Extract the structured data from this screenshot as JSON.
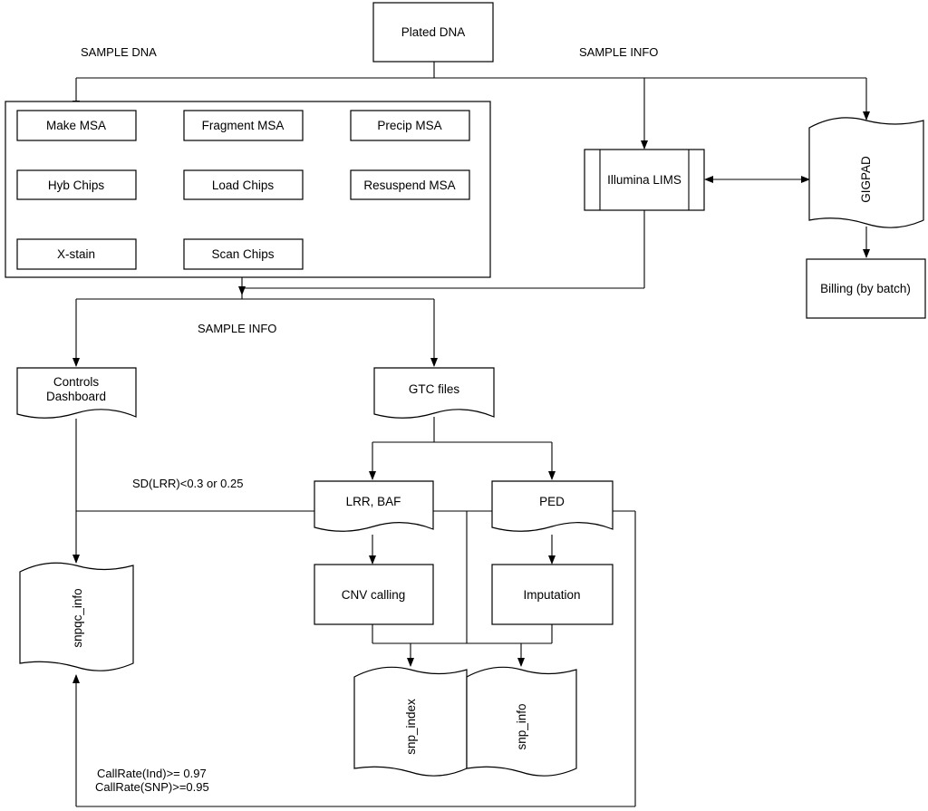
{
  "labels": {
    "sample_dna": "SAMPLE DNA",
    "sample_info_top": "SAMPLE INFO",
    "sample_info_mid": "SAMPLE INFO",
    "sd_lrr": "SD(LRR)<0.3 or 0.25",
    "callrate_ind": "CallRate(Ind)>= 0.97",
    "callrate_snp": "CallRate(SNP)>=0.95"
  },
  "nodes": {
    "plated_dna": "Plated DNA",
    "make_msa": "Make MSA",
    "fragment_msa": "Fragment MSA",
    "precip_msa": "Precip MSA",
    "resuspend_msa": "Resuspend MSA",
    "load_chips": "Load Chips",
    "hyb_chips": "Hyb Chips",
    "x_stain": "X-stain",
    "scan_chips": "Scan Chips",
    "illumina_lims": "Illumina LIMS",
    "gigpad": "GIGPAD",
    "billing": "Billing (by batch)",
    "controls_dashboard_1": "Controls",
    "controls_dashboard_2": "Dashboard",
    "gtc_files": "GTC files",
    "lrr_baf": "LRR, BAF",
    "ped": "PED",
    "cnv_calling": "CNV calling",
    "imputation": "Imputation",
    "snpqc_info": "snpqc_info",
    "snp_index": "snp_index",
    "snp_info": "snp_info"
  }
}
